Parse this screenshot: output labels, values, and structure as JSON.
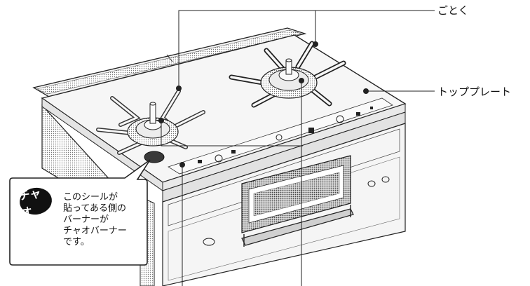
{
  "labels": {
    "gotoku": "ごとく",
    "top_plate": "トッププレート"
  },
  "callout": {
    "logo_text": "チャオ",
    "lines": [
      "このシールが",
      "貼ってある側の",
      "バーナーが",
      "チャオバーナー",
      "です。"
    ]
  },
  "colors": {
    "line": "#222222",
    "panel_fill": "#f4f4f4",
    "shade": "#9a9a9a",
    "dark": "#2a2a2a"
  }
}
